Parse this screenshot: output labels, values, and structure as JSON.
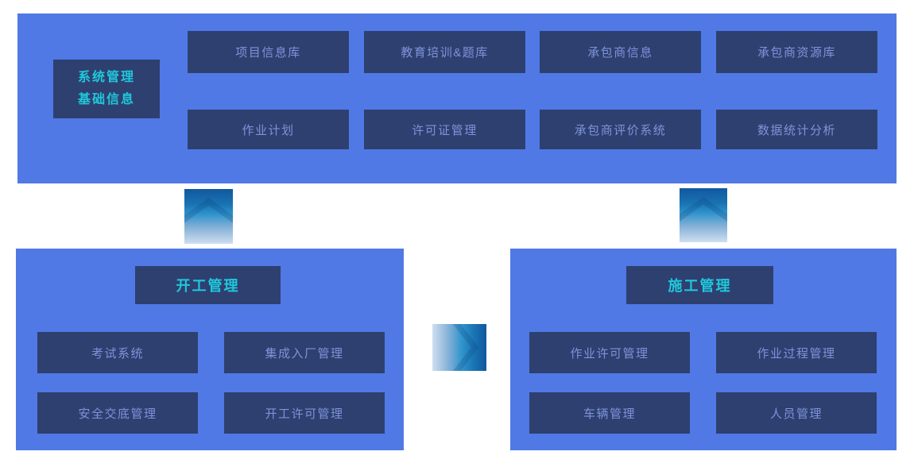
{
  "diagram": {
    "colors": {
      "panel_blue": "#5079e5",
      "module_navy": "#2e4070",
      "module_text": "#7e92da",
      "accent_cyan": "#1fc8da",
      "arrow_dark": "#11589e",
      "arrow_light": "#cfdff0"
    },
    "top_panel": {
      "title_lines": [
        "系统管理",
        "基础信息"
      ],
      "modules_row1": [
        "项目信息库",
        "教育培训&题库",
        "承包商信息",
        "承包商资源库"
      ],
      "modules_row2": [
        "作业计划",
        "许可证管理",
        "承包商评价系统",
        "数据统计分析"
      ]
    },
    "left_panel": {
      "title": "开工管理",
      "modules": [
        "考试系统",
        "集成入厂管理",
        "安全交底管理",
        "开工许可管理"
      ]
    },
    "right_panel": {
      "title": "施工管理",
      "modules": [
        "作业许可管理",
        "作业过程管理",
        "车辆管理",
        "人员管理"
      ]
    },
    "connectors": [
      {
        "name": "system-to-kickoff-arrow",
        "direction": "up"
      },
      {
        "name": "system-to-construction-arrow",
        "direction": "up"
      },
      {
        "name": "kickoff-to-construction-arrow",
        "direction": "right"
      }
    ]
  }
}
